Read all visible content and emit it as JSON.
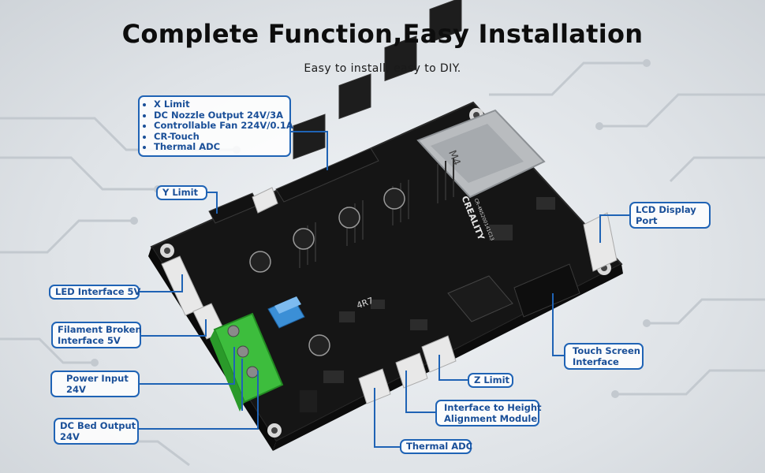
{
  "header": {
    "title": "Complete Function,Easy Installation",
    "subtitle": "Easy to install, easy to DIY."
  },
  "board": {
    "sd_slot_label": "M4",
    "brand": "CREALITY",
    "model": "CR-4NS200141C13",
    "fuse_text": "4R7"
  },
  "callouts": {
    "top_list": [
      "X Limit",
      "DC Nozzle Output 24V/3A",
      "Controllable Fan 224V/0.1A",
      "CR-Touch",
      "Thermal ADC"
    ],
    "y_limit": "Y Limit",
    "led_interface": "LED Interface 5V",
    "filament_broken": [
      "Filament Broken",
      "Interface 5V"
    ],
    "power_input": [
      "Power Input",
      "24V"
    ],
    "dc_bed_output": [
      "DC Bed Output",
      "24V"
    ],
    "lcd_display": [
      "LCD Display",
      "Port"
    ],
    "touch_screen": [
      "Touch Screen",
      "Interface"
    ],
    "z_limit": "Z Limit",
    "height_alignment": [
      "Interface to Height",
      "Alignment Module"
    ],
    "thermal_adc": "Thermal ADC"
  },
  "colors": {
    "accent": "#1f63b5",
    "board": "#161616",
    "terminal": "#3dbd3d",
    "fuse": "#3b8fd6"
  }
}
